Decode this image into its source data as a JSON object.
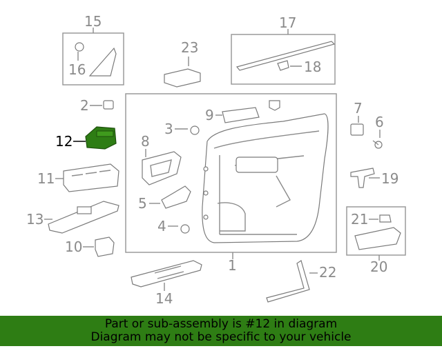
{
  "callouts": {
    "c1": "1",
    "c2": "2",
    "c3": "3",
    "c4": "4",
    "c5": "5",
    "c6": "6",
    "c7": "7",
    "c8": "8",
    "c9": "9",
    "c10": "10",
    "c11": "11",
    "c12": "12",
    "c13": "13",
    "c14": "14",
    "c15": "15",
    "c16": "16",
    "c17": "17",
    "c18": "18",
    "c19": "19",
    "c20": "20",
    "c21": "21",
    "c22": "22",
    "c23": "23"
  },
  "highlight_part": "12",
  "colors": {
    "highlight_fill": "#2e7d14",
    "footer_bg": "#2e7d14",
    "line_gray": "#8a8a8a"
  },
  "footer": {
    "line1": "Part or sub-assembly is #12 in diagram",
    "line2": "Diagram may not be specific to your vehicle"
  }
}
